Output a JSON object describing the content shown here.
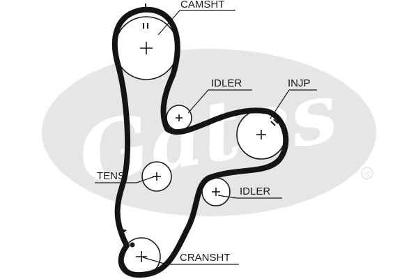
{
  "labels": {
    "camshaft": "CAMSHT",
    "idler_upper": "IDLER",
    "injection_pump": "INJP",
    "tensioner": "TENS",
    "idler_lower": "IDLER",
    "crankshaft": "CRANSHT"
  },
  "watermark": {
    "brand": "Gates",
    "registered": "®",
    "color": "#e6e6e6"
  },
  "colors": {
    "belt": "#141414",
    "line": "#1a1a1a"
  }
}
